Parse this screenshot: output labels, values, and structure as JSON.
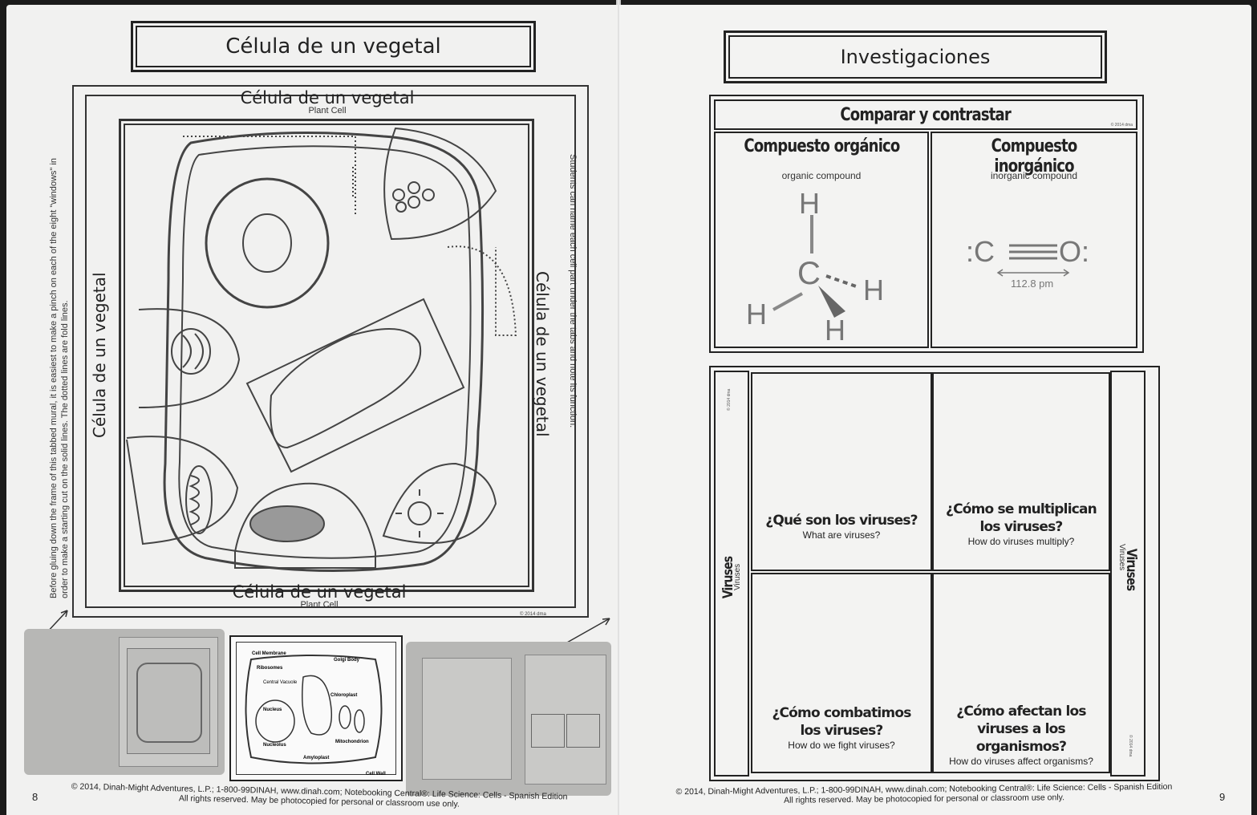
{
  "left": {
    "header_title": "Célula de un vegetal",
    "top_title": "Célula de un vegetal",
    "top_subtitle": "Plant Cell",
    "bottom_title": "Célula de un vegetal",
    "bottom_subtitle": "Plant Cell",
    "left_side_title": "Célula de un vegetal",
    "right_side_title": "Célula de un vegetal",
    "instruction_text": "Before gluing down the frame of this tabbed mural, it is easiest to make a pinch on each of the eight \"windows\" in order to make a starting cut on the solid lines. The dotted lines are fold lines.",
    "side_note": "Students can name each cell part under the tabs and note its function.",
    "copyright_mark": "© 2014 dma",
    "diagram_labels": [
      "Cell Membrane",
      "Ribosomes",
      "Golgi Body",
      "Central Vacuole",
      "Chloroplast",
      "Nucleus",
      "Nucleolus",
      "Amyloplast",
      "Mitochondrion",
      "Cell Wall"
    ],
    "page_number": "8",
    "footer_line1": "© 2014, Dinah-Might Adventures, L.P.; 1-800-99DINAH, www.dinah.com; Notebooking Central®: Life Science: Cells - Spanish Edition",
    "footer_line2": "All rights reserved. May be photocopied for personal or classroom use only."
  },
  "right": {
    "header_title": "Investigaciones",
    "compare_title": "Comparar y contrastar",
    "compare_mark": "© 2014 dma",
    "organic_title": "Compuesto orgánico",
    "organic_subtitle": "organic compound",
    "inorganic_title": "Compuesto inorgánico",
    "inorganic_subtitle": "inorganic compound",
    "methane_atoms": {
      "h_top": "H",
      "c": "C",
      "h_right": "H",
      "h_left": "H",
      "h_bottom": "H"
    },
    "co_molecule": {
      "left": ":C",
      "right": "O:",
      "bond_length": "112.8 pm"
    },
    "side_tab_es": "Viruses",
    "side_tab_en": "Viruses",
    "side_mark": "© 2014 dma",
    "questions": [
      {
        "es": "¿Qué son los viruses?",
        "en": "What are viruses?"
      },
      {
        "es": "¿Cómo se multiplican los viruses?",
        "en": "How do viruses multiply?"
      },
      {
        "es": "¿Cómo combatimos los viruses?",
        "en": "How do we fight viruses?"
      },
      {
        "es": "¿Cómo afectan los viruses a los organismos?",
        "en": "How do viruses affect organisms?"
      }
    ],
    "page_number": "9",
    "footer_line1": "© 2014, Dinah-Might Adventures, L.P.; 1-800-99DINAH, www.dinah.com; Notebooking Central®: Life Science: Cells - Spanish Edition",
    "footer_line2": "All rights reserved. May be photocopied for personal or classroom use only."
  },
  "colors": {
    "ink": "#222222",
    "paper": "#f1f1f0",
    "photo_gray": "#b7b7b5"
  }
}
